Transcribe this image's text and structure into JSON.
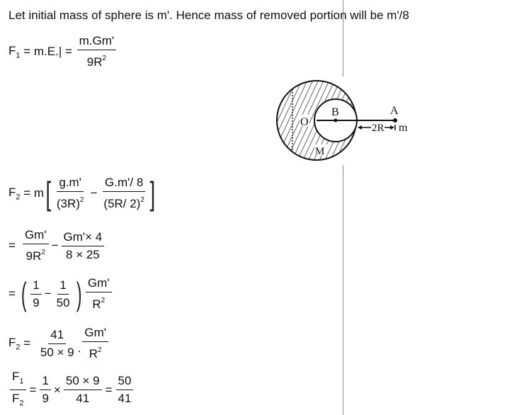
{
  "intro": "Let initial mass of sphere is m'. Hence mass of removed portion will be m'/8",
  "f1": {
    "lhs": "F",
    "lhs_sub": "1",
    "mid": " = m.E.| = ",
    "num": "m.Gm'",
    "den_base": "9R",
    "den_sup": "2"
  },
  "diagram": {
    "label_O": "O",
    "label_B": "B",
    "label_A": "A",
    "label_M": "M",
    "label_2R": "2R",
    "label_m": "m"
  },
  "f2": {
    "lhs": "F",
    "lhs_sub": "2",
    "eq": " = m",
    "t1_num": "g.m'",
    "t1_den": "(3R)",
    "t1_den_sup": "2",
    "minus": "−",
    "t2_num": "G.m'/ 8",
    "t2_den": "(5R/ 2)",
    "t2_den_sup": "2",
    "lb": "[",
    "rb": "]"
  },
  "step2": {
    "eq": "=",
    "t1_num": "Gm'",
    "t1_den": "9R",
    "t1_den_sup": "2",
    "minus": "−",
    "t2_num": "Gm'× 4",
    "t2_den": "8 × 25"
  },
  "step3": {
    "eq": "=",
    "lp": "(",
    "rp": ")",
    "a_num": "1",
    "a_den": "9",
    "minus": "−",
    "b_num": "1",
    "b_den": "50",
    "c_num": "Gm'",
    "c_den": "R",
    "c_den_sup": "2"
  },
  "step4": {
    "lhs": "F",
    "lhs_sub": "2",
    "eq": " = ",
    "a_num": "41",
    "a_den": "50 × 9",
    "dot": ".",
    "b_num": "Gm'",
    "b_den": "R",
    "b_den_sup": "2"
  },
  "step5": {
    "l_num": "F",
    "l_num_sub": "1",
    "l_den": "F",
    "l_den_sub": "2",
    "eq1": "=",
    "a_num": "1",
    "a_den": "9",
    "times": "×",
    "b_num": "50 × 9",
    "b_den": "41",
    "eq2": "=",
    "c_num": "50",
    "c_den": "41"
  }
}
